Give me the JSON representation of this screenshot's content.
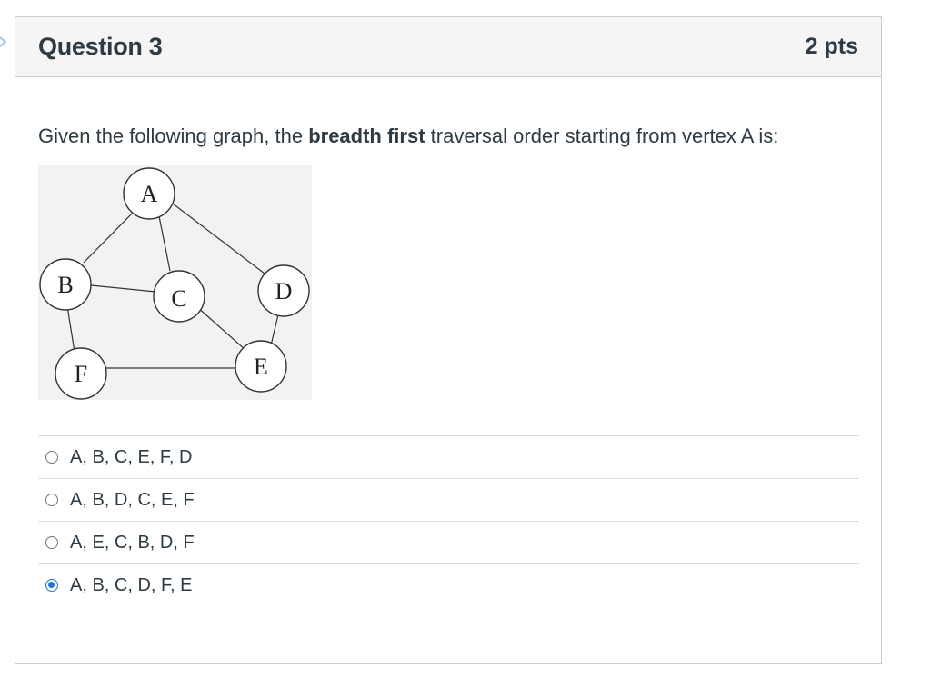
{
  "question": {
    "title": "Question 3",
    "points": "2 pts",
    "prompt_before": "Given the following graph, the ",
    "prompt_bold": "breadth first",
    "prompt_after": " traversal order starting from vertex A is:"
  },
  "graph": {
    "vertices": [
      "A",
      "B",
      "C",
      "D",
      "E",
      "F"
    ],
    "edges": [
      [
        "A",
        "B"
      ],
      [
        "A",
        "C"
      ],
      [
        "A",
        "D"
      ],
      [
        "B",
        "C"
      ],
      [
        "B",
        "F"
      ],
      [
        "C",
        "E"
      ],
      [
        "D",
        "E"
      ],
      [
        "F",
        "E"
      ]
    ]
  },
  "answers": [
    {
      "label": "A, B, C, E, F, D",
      "selected": false
    },
    {
      "label": "A, B, D, C, E, F",
      "selected": false
    },
    {
      "label": "A, E, C, B, D, F",
      "selected": false
    },
    {
      "label": "A, B, C, D, F, E",
      "selected": true
    }
  ],
  "colors": {
    "selected_radio": "#1a73e8",
    "header_bg": "#f5f5f5",
    "border": "#c7cdd1",
    "text": "#2d3b45"
  },
  "icons": {
    "nav": "chevron-right-icon"
  }
}
